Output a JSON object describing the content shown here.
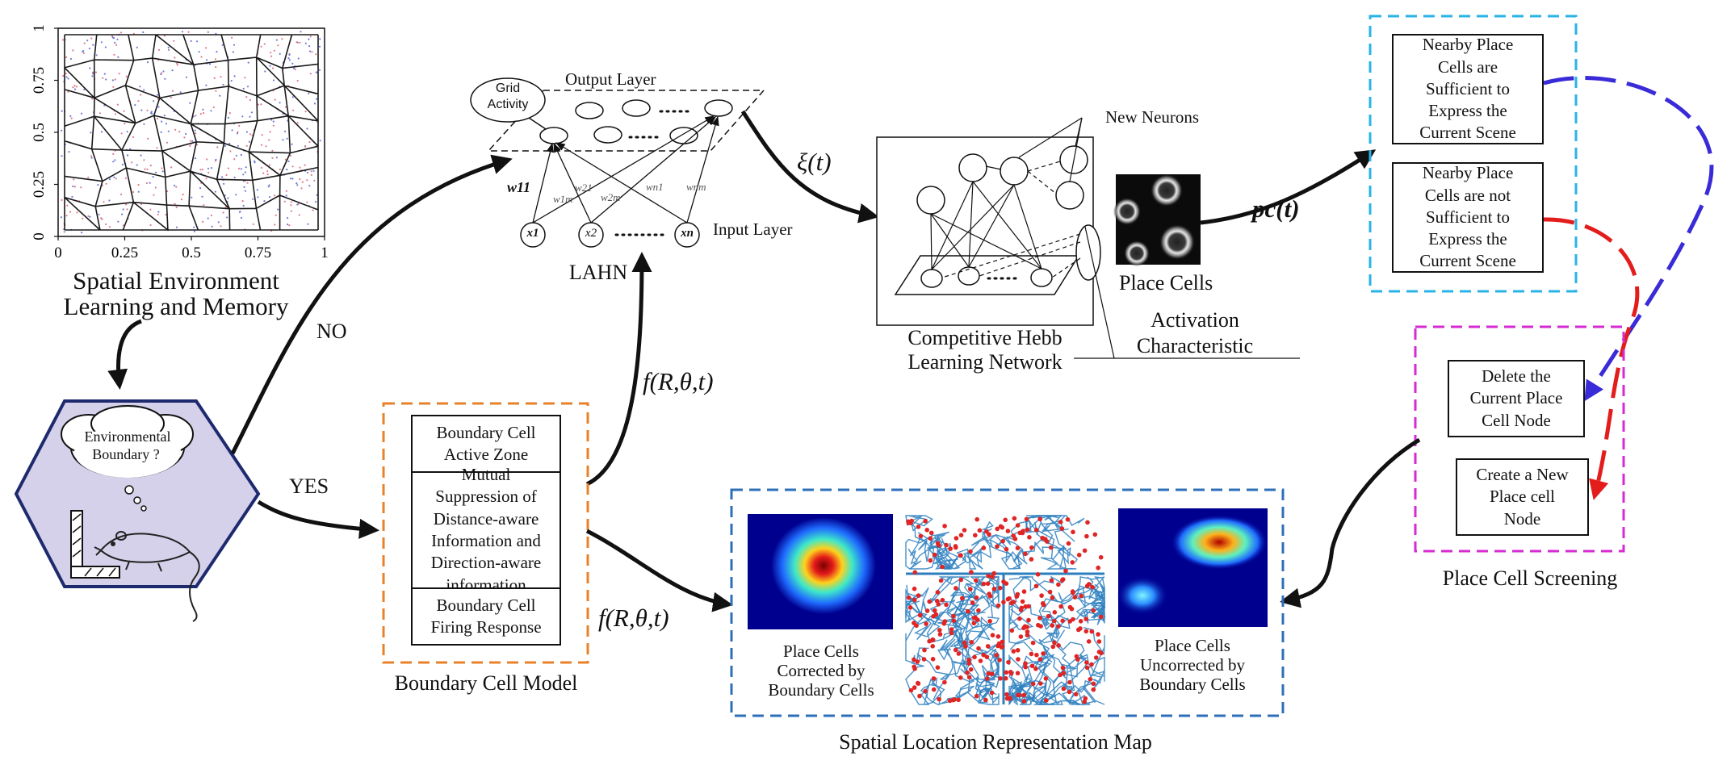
{
  "spatial_env": {
    "y_ticks": [
      "1",
      "0.75",
      "0.5",
      "0.25",
      "0"
    ],
    "x_ticks": [
      "0",
      "0.25",
      "0.5",
      "0.75",
      "1"
    ],
    "caption_line1": "Spatial Environment",
    "caption_line2": "Learning and Memory"
  },
  "hexagon": {
    "thought_line1": "Environmental",
    "thought_line2": "Boundary ?"
  },
  "decisions": {
    "no": "NO",
    "yes": "YES"
  },
  "lahn": {
    "output_layer": "Output Layer",
    "input_layer": "Input Layer",
    "grid_activity_line1": "Grid",
    "grid_activity_line2": "Activity",
    "name": "LAHN",
    "w11": "w11",
    "weights_small": [
      "w1m",
      "w21",
      "w2m",
      "wn1",
      "wnm"
    ],
    "inputs": [
      "x1",
      "x2",
      "xn"
    ],
    "dots": "······"
  },
  "signals": {
    "xi": "ξ(t)",
    "pc": "pc(t)",
    "f_upper": "f(R,θ,t)",
    "f_lower": "f(R,θ,t)"
  },
  "hebb": {
    "new_neurons": "New Neurons",
    "place_cells": "Place Cells",
    "caption_line1": "Competitive Hebb",
    "caption_line2": "Learning Network",
    "activation_line1": "Activation",
    "activation_line2": "Characteristic"
  },
  "boundary_model": {
    "box1_line1": "Boundary Cell",
    "box1_line2": "Active Zone",
    "box2_line1": "Mutual",
    "box2_line2": "Suppression of",
    "box2_line3": "Distance-aware",
    "box2_line4": "Information and",
    "box2_line5": "Direction-aware",
    "box2_line6": "information",
    "box3_line1": "Boundary Cell",
    "box3_line2": "Firing Response",
    "caption": "Boundary Cell Model"
  },
  "scene": {
    "box1_line1": "Nearby Place",
    "box1_line2": "Cells are",
    "box1_line3": "Sufficient to",
    "box1_line4": "Express the",
    "box1_line5": "Current Scene",
    "box2_line1": "Nearby Place",
    "box2_line2": "Cells are not",
    "box2_line3": "Sufficient to",
    "box2_line4": "Express the",
    "box2_line5": "Current Scene"
  },
  "screening": {
    "delete_line1": "Delete the",
    "delete_line2": "Current Place",
    "delete_line3": "Cell Node",
    "create_line1": "Create a New",
    "create_line2": "Place cell",
    "create_line3": "Node",
    "caption": "Place Cell Screening"
  },
  "map": {
    "left_line1": "Place Cells",
    "left_line2": "Corrected by",
    "left_line3": "Boundary Cells",
    "right_line1": "Place Cells",
    "right_line2": "Uncorrected by",
    "right_line3": "Boundary Cells",
    "caption": "Spatial Location Representation Map"
  },
  "colors": {
    "hexagon_fill": "#d6d1ea",
    "hexagon_stroke": "#1d2a6e",
    "boundary_dash": "#e8822a",
    "scene_dash": "#2ab3e6",
    "screening_dash": "#d62bd2",
    "map_dash": "#2d6fb8",
    "blue_arrow": "#3a2bd8",
    "red_arrow": "#e31c1c",
    "trajectory": "#2b7fbf",
    "points": "#e12424"
  }
}
